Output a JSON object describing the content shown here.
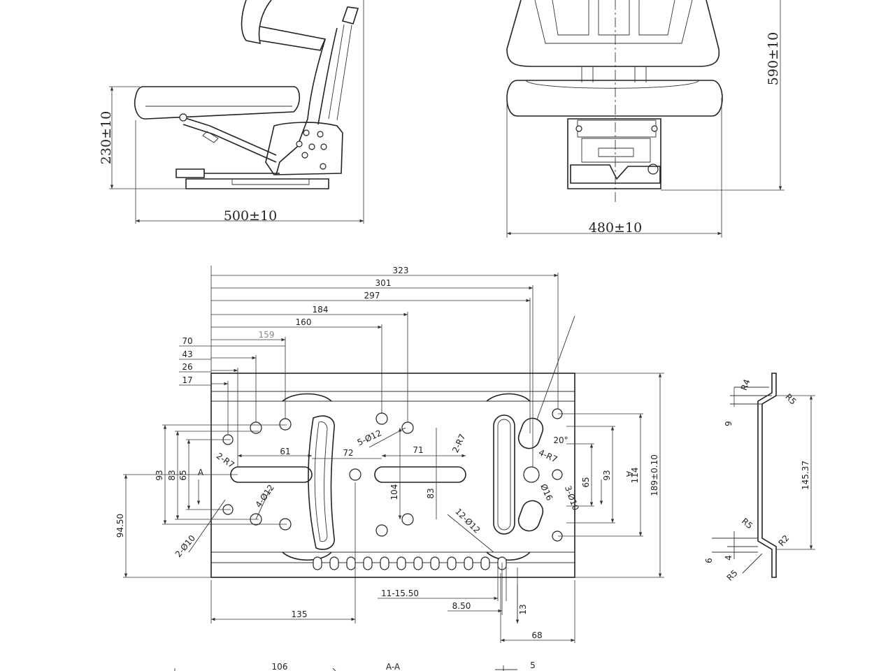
{
  "side_view": {
    "width_label": "500±10",
    "height_label": "230±10"
  },
  "front_view": {
    "width_label": "480±10",
    "height_label": "590±10"
  },
  "plate": {
    "top_dims": [
      "323",
      "301",
      "297",
      "184",
      "160",
      "159",
      "70",
      "43",
      "26",
      "17"
    ],
    "left_dims": [
      "93",
      "83",
      "65",
      "94.50"
    ],
    "right_dims": [
      "189±0.10",
      "114",
      "93",
      "65"
    ],
    "bottom_dims": [
      "135",
      "11-15.50",
      "8.50",
      "13",
      "68"
    ],
    "callouts": {
      "slot_left_len": "61",
      "center_gap": "72",
      "slot_right_len": "71",
      "r7_left": "2-R7",
      "r7_right": "2-R7",
      "r7_four": "4-R7",
      "d12_five": "5-Ø12",
      "d12_four": "4-Ø12",
      "d12_twelve": "12-Ø12",
      "d10_two": "2-Ø10",
      "d16": "Ø16",
      "d10_three": "3-Ø10",
      "angle": "20°",
      "mid_104": "104",
      "mid_83": "83",
      "section_a_left": "A",
      "section_a_right": "A"
    }
  },
  "section_view": {
    "labels": [
      "R4",
      "R5",
      "9",
      "145.37",
      "R5",
      "R2",
      "6",
      "4",
      "R5"
    ]
  },
  "bottom_strip": {
    "labels": [
      "106",
      "A-A",
      "5"
    ]
  }
}
